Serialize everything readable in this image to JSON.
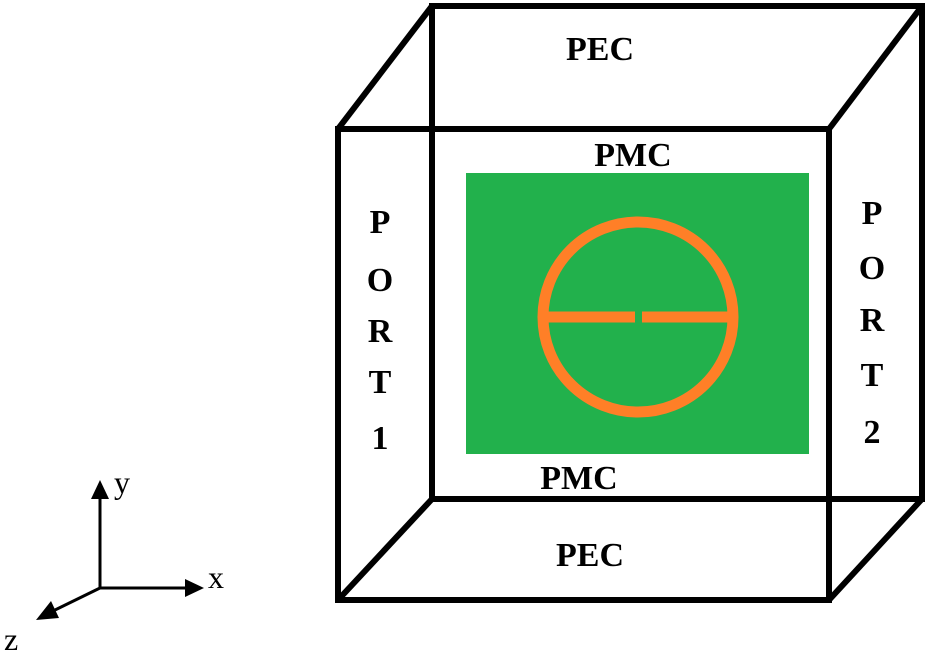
{
  "labels": {
    "top_pec": "PEC",
    "bottom_pec": "PEC",
    "top_pmc": "PMC",
    "bottom_pmc": "PMC",
    "port1_chars": [
      "P",
      "O",
      "R",
      "T",
      "1"
    ],
    "port2_chars": [
      "P",
      "O",
      "R",
      "T",
      "2"
    ]
  },
  "axes": {
    "x": "x",
    "y": "y",
    "z": "z"
  },
  "colors": {
    "substrate": "#22b14c",
    "resonator": "#ff7f27",
    "outline": "#000000"
  }
}
